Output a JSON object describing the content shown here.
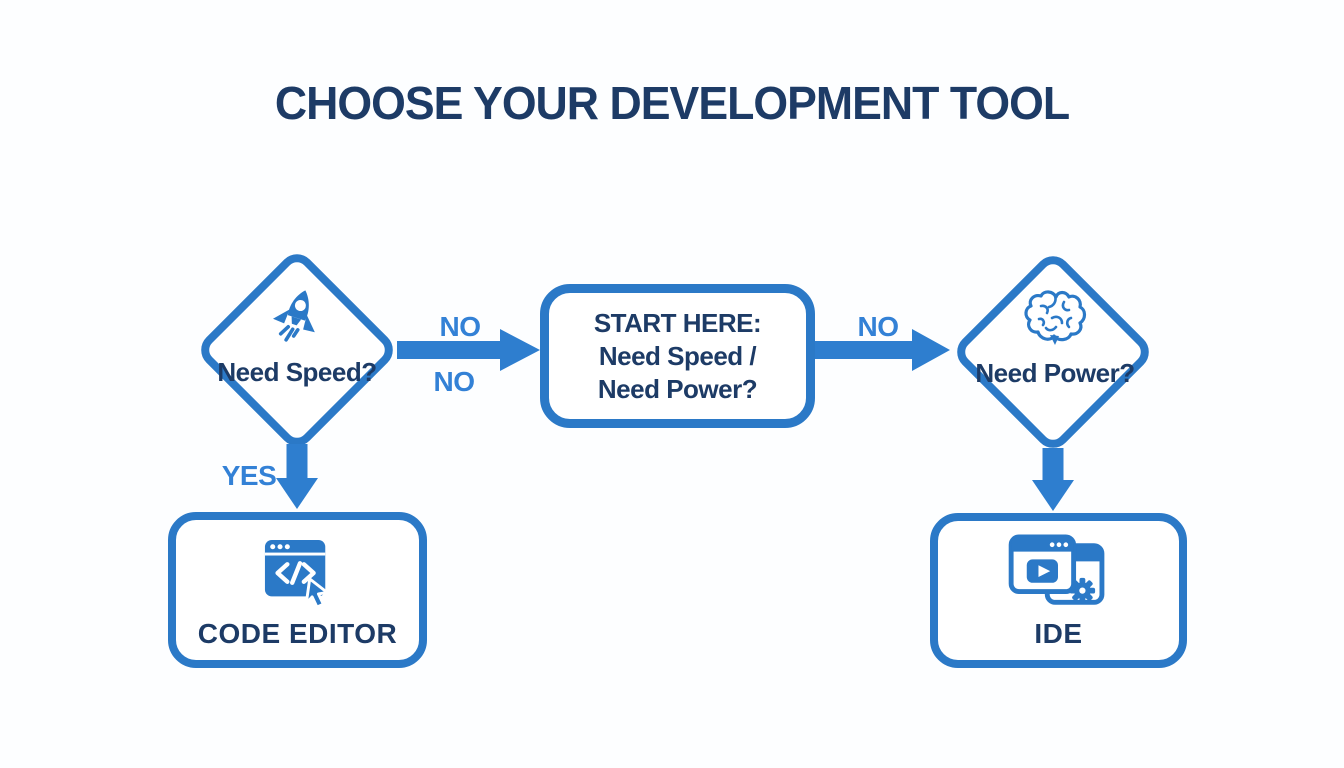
{
  "title": "CHOOSE YOUR DEVELOPMENT TOOL",
  "colors": {
    "accent_blue": "#2b79c7",
    "edge_label_blue": "#3381d6",
    "text_navy": "#1d3b66",
    "background": "#fdfeff"
  },
  "nodes": {
    "start": {
      "line1": "START HERE:",
      "line2": "Need Speed /",
      "line3": "Need Power?"
    },
    "need_speed": {
      "label": "Need Speed?",
      "icon": "rocket-icon"
    },
    "need_power": {
      "label": "Need Power?",
      "icon": "brain-icon"
    },
    "code_editor": {
      "label": "CODE EDITOR",
      "icon": "code-window-icon"
    },
    "ide": {
      "label": "IDE",
      "icon": "app-windows-gear-icon"
    }
  },
  "edges": {
    "speed_to_start_top": "NO",
    "speed_to_start_bottom": "NO",
    "start_to_power": "NO",
    "speed_to_editor": "YES"
  }
}
